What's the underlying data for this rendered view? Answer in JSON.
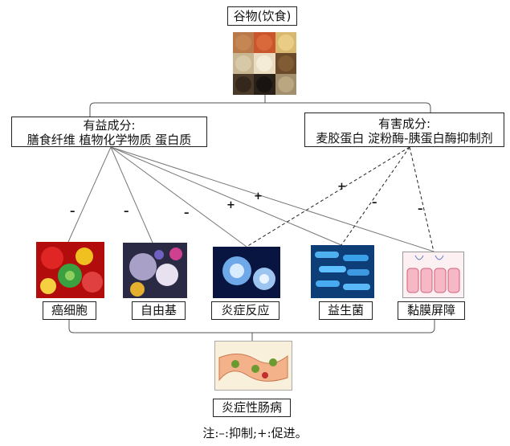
{
  "top": {
    "label": "谷物(饮食)"
  },
  "beneficial": {
    "title": "有益成分:",
    "items": "膳食纤维 植物化学物质 蛋白质"
  },
  "harmful": {
    "title": "有害成分:",
    "items": "麦胶蛋白 淀粉酶-胰蛋白酶抑制剂"
  },
  "targets": [
    "癌细胞",
    "自由基",
    "炎症反应",
    "益生菌",
    "黏膜屏障"
  ],
  "disease": {
    "label": "炎症性肠病"
  },
  "signs": {
    "minus": "–",
    "plus": "+"
  },
  "note": "注:–:抑制;+:促进。",
  "colors": {
    "line": "#555555",
    "border": "#222222"
  }
}
